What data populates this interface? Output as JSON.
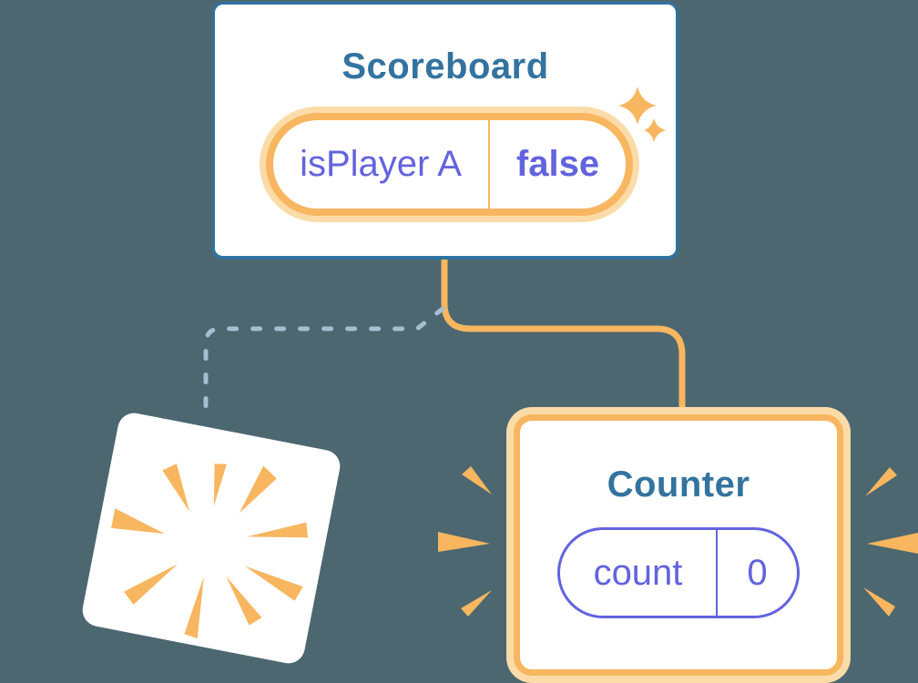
{
  "background_color": "#4C6770",
  "palette": {
    "card_background": "#FFFFFF",
    "card_border_blue": "#2F73A2",
    "title_text_blue": "#33739F",
    "highlight_orange": "#F7B65F",
    "highlight_halo_orange": "#FBDCA9",
    "state_purple": "#6363DF",
    "dashed_connector_blue": "#A4BFD1"
  },
  "scoreboard": {
    "title": "Scoreboard",
    "state_pill": {
      "key": "isPlayer A",
      "value": "false"
    }
  },
  "counter": {
    "title": "Counter",
    "state_pill": {
      "key": "count",
      "value": "0"
    }
  },
  "icons": {
    "sparkles": "sparkle-icon",
    "explosion": "explosion-burst-icon",
    "emphasis": "emphasis-burst-icon"
  }
}
